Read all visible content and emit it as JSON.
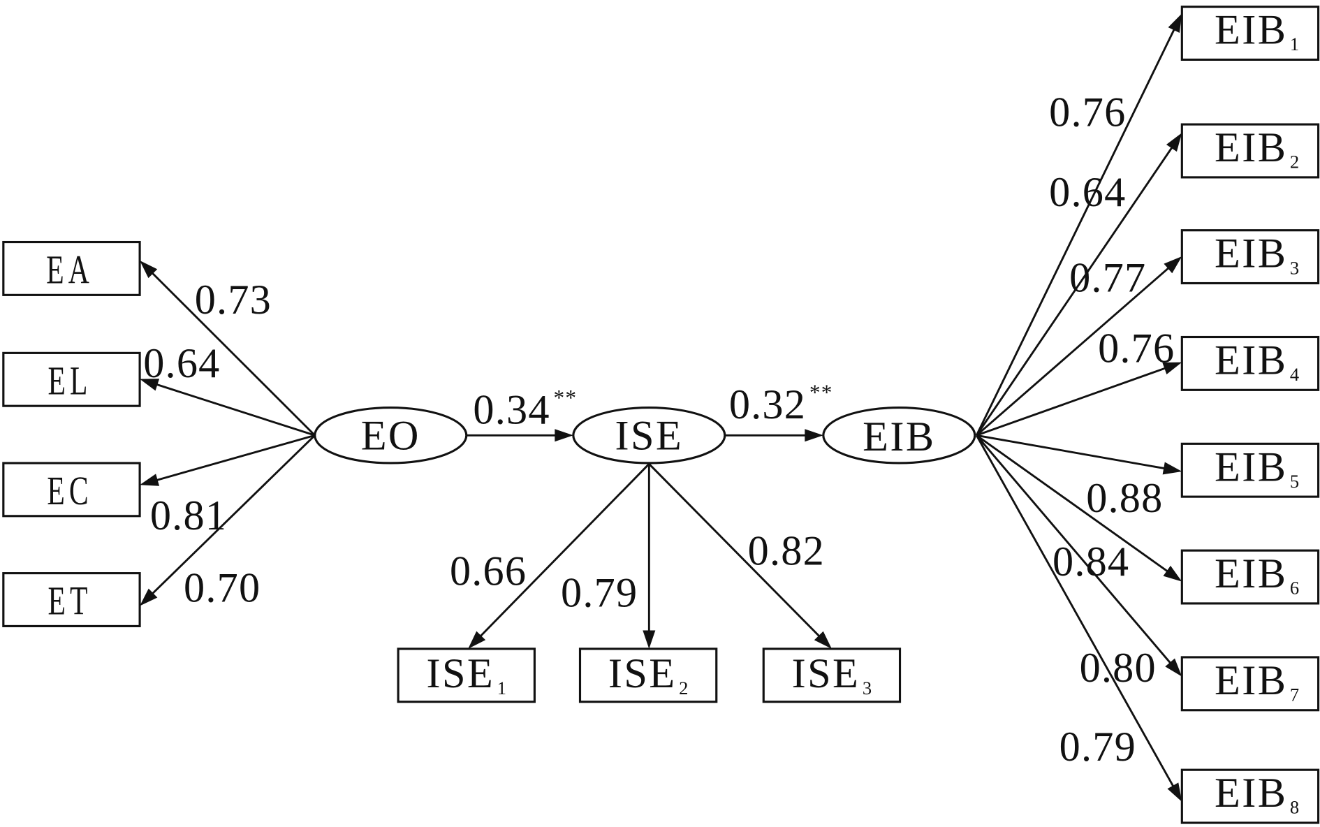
{
  "latent": {
    "eo": "EO",
    "ise": "ISE",
    "eib": "EIB"
  },
  "eo_indicators": [
    {
      "label": "EA",
      "loading": "0.73"
    },
    {
      "label": "EL",
      "loading": "0.64"
    },
    {
      "label": "EC",
      "loading": "0.81"
    },
    {
      "label": "ET",
      "loading": "0.70"
    }
  ],
  "ise_indicators": [
    {
      "label": "ISE",
      "sub": "1",
      "loading": "0.66"
    },
    {
      "label": "ISE",
      "sub": "2",
      "loading": "0.79"
    },
    {
      "label": "ISE",
      "sub": "3",
      "loading": "0.82"
    }
  ],
  "eib_indicators": [
    {
      "label": "EIB",
      "sub": "1",
      "loading": "0.76"
    },
    {
      "label": "EIB",
      "sub": "2",
      "loading": "0.64"
    },
    {
      "label": "EIB",
      "sub": "3",
      "loading": "0.77"
    },
    {
      "label": "EIB",
      "sub": "4",
      "loading": "0.76"
    },
    {
      "label": "EIB",
      "sub": "5",
      "loading": "0.88"
    },
    {
      "label": "EIB",
      "sub": "6",
      "loading": "0.84"
    },
    {
      "label": "EIB",
      "sub": "7",
      "loading": "0.80"
    },
    {
      "label": "EIB",
      "sub": "8",
      "loading": "0.79"
    }
  ],
  "paths": [
    {
      "coefficient": "0.34",
      "significance": "**"
    },
    {
      "coefficient": "0.32",
      "significance": "**"
    }
  ]
}
